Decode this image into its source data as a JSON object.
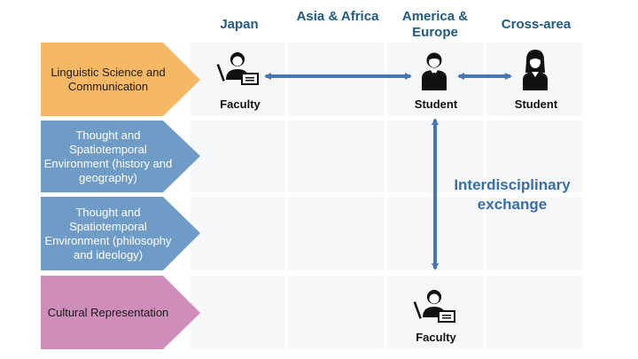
{
  "columns": [
    {
      "label": "Japan"
    },
    {
      "label": "Asia & Africa"
    },
    {
      "label": "America & Europe"
    },
    {
      "label": "Cross-area"
    }
  ],
  "rows": [
    {
      "label": "Linguistic Science and Communication",
      "color": "#f7b866"
    },
    {
      "label": "Thought and Spatiotemporal Environment (history and geography)",
      "color": "#6f9cc7"
    },
    {
      "label": "Thought and Spatiotemporal Environment (philosophy and ideology)",
      "color": "#6f9cc7"
    },
    {
      "label": "Cultural Representation",
      "color": "#cf8dba"
    }
  ],
  "people": [
    {
      "label": "Faculty",
      "icon": "teacher-icon"
    },
    {
      "label": "Student",
      "icon": "student-male-icon"
    },
    {
      "label": "Student",
      "icon": "student-female-icon"
    },
    {
      "label": "Faculty",
      "icon": "teacher-icon"
    }
  ],
  "exchange_label": "Interdisciplinary exchange",
  "colors": {
    "header_text": "#215a80",
    "arrow": "#4677b3",
    "cell_bg": "#f6f7f8"
  }
}
